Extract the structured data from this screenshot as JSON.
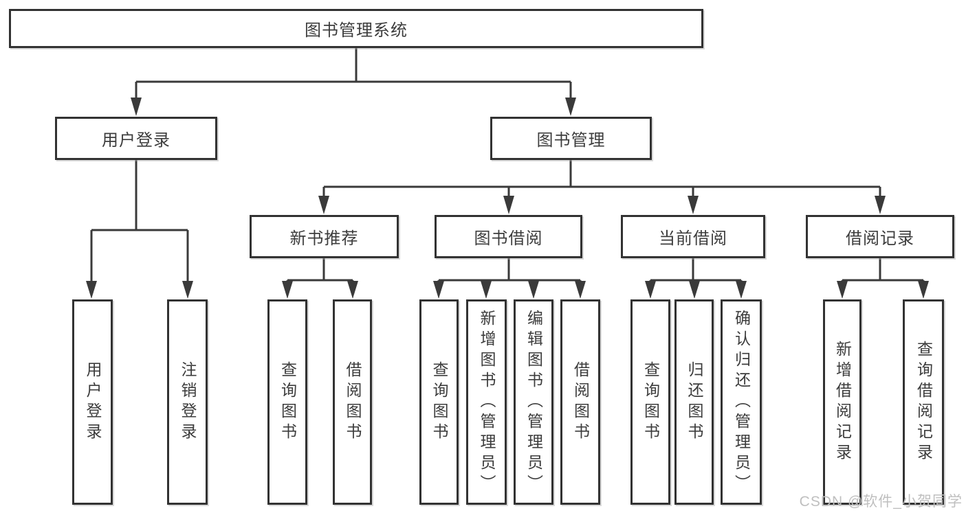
{
  "nodes": {
    "root": {
      "label": "图书管理系统"
    },
    "branches": [
      {
        "label": "用户登录",
        "children": [
          {
            "label": "用户登录"
          },
          {
            "label": "注销登录"
          }
        ]
      },
      {
        "label": "图书管理",
        "children": [
          {
            "label": "新书推荐",
            "children": [
              {
                "label": "查询图书"
              },
              {
                "label": "借阅图书"
              }
            ]
          },
          {
            "label": "图书借阅",
            "children": [
              {
                "label": "查询图书"
              },
              {
                "label": "新增图书（管理员）"
              },
              {
                "label": "编辑图书（管理员）"
              },
              {
                "label": "借阅图书"
              }
            ]
          },
          {
            "label": "当前借阅",
            "children": [
              {
                "label": "查询图书"
              },
              {
                "label": "归还图书"
              },
              {
                "label": "确认归还（管理员）"
              }
            ]
          },
          {
            "label": "借阅记录",
            "children": [
              {
                "label": "新增借阅记录"
              },
              {
                "label": "查询借阅记录"
              }
            ]
          }
        ]
      }
    ]
  },
  "watermark": {
    "text": "CSDN @软件_小贺同学"
  },
  "colors": {
    "line": "#3a3a3a",
    "box_border": "#323232",
    "text": "#3c3c3c",
    "watermark": "#bfbfbf",
    "background": "#ffffff"
  }
}
